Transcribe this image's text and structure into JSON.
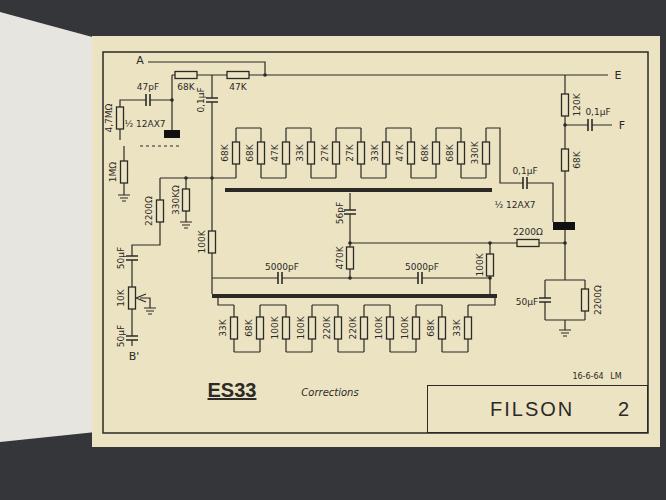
{
  "diagram": {
    "nodes": [
      {
        "text": [
          "FILSON",
          "2"
        ]
      }
    ],
    "labels": [
      "A",
      "E",
      "F",
      "B'",
      "47pF",
      "68K",
      "47K",
      "0,1µF",
      "4,7MΩ",
      "½ 12AX7",
      "1MΩ",
      "2200Ω",
      "330KΩ",
      "50µF",
      "10K",
      "50µF",
      "100K",
      "68K",
      "68K",
      "47K",
      "33K",
      "27K",
      "27K",
      "33K",
      "47K",
      "68K",
      "68K",
      "330K",
      "56pF",
      "470K",
      "5000pF",
      "5000pF",
      "100K",
      "33K",
      "68K",
      "100K",
      "100K",
      "220K",
      "220K",
      "100K",
      "100K",
      "68K",
      "33K",
      "120K",
      "0,1µF",
      "68K",
      "0,1µF",
      "½ 12AX7",
      "2200Ω",
      "50µF",
      "2200Ω",
      "ES33",
      "Corrections",
      "16-6-64",
      "LM"
    ]
  }
}
